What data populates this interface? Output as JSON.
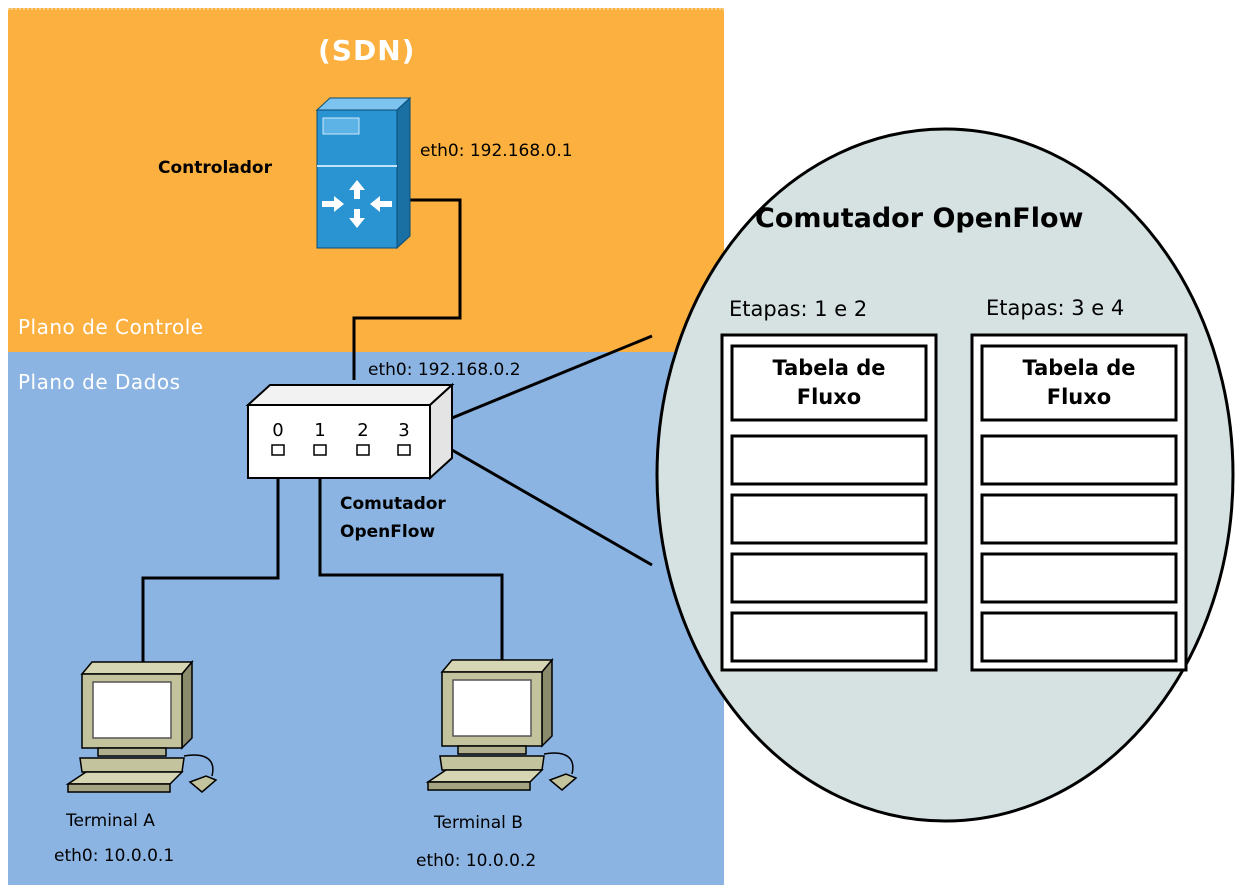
{
  "title": "(SDN)",
  "planes": {
    "control": "Plano de Controle",
    "data": "Plano de Dados"
  },
  "controller": {
    "label": "Controlador",
    "address": "eth0: 192.168.0.1",
    "icon": "router-server-icon"
  },
  "switch": {
    "label_line1": "Comutador",
    "label_line2": "OpenFlow",
    "address": "eth0: 192.168.0.2",
    "ports": [
      "0",
      "1",
      "2",
      "3"
    ]
  },
  "terminals": [
    {
      "name": "Terminal A",
      "address": "eth0: 10.0.0.1",
      "icon": "desktop-computer-icon"
    },
    {
      "name": "Terminal B",
      "address": "eth0: 10.0.0.2",
      "icon": "desktop-computer-icon"
    }
  ],
  "detail": {
    "title": "Comutador OpenFlow",
    "stages": [
      {
        "label": "Etapas: 1 e 2",
        "table_line1": "Tabela de",
        "table_line2": "Fluxo"
      },
      {
        "label": "Etapas: 3 e 4",
        "table_line1": "Tabela de",
        "table_line2": "Fluxo"
      }
    ]
  },
  "colors": {
    "control_plane": "#fbb040",
    "data_plane": "#8cb4e2",
    "detail_ellipse": "#d6e2e2",
    "server": "#2a93d1"
  }
}
